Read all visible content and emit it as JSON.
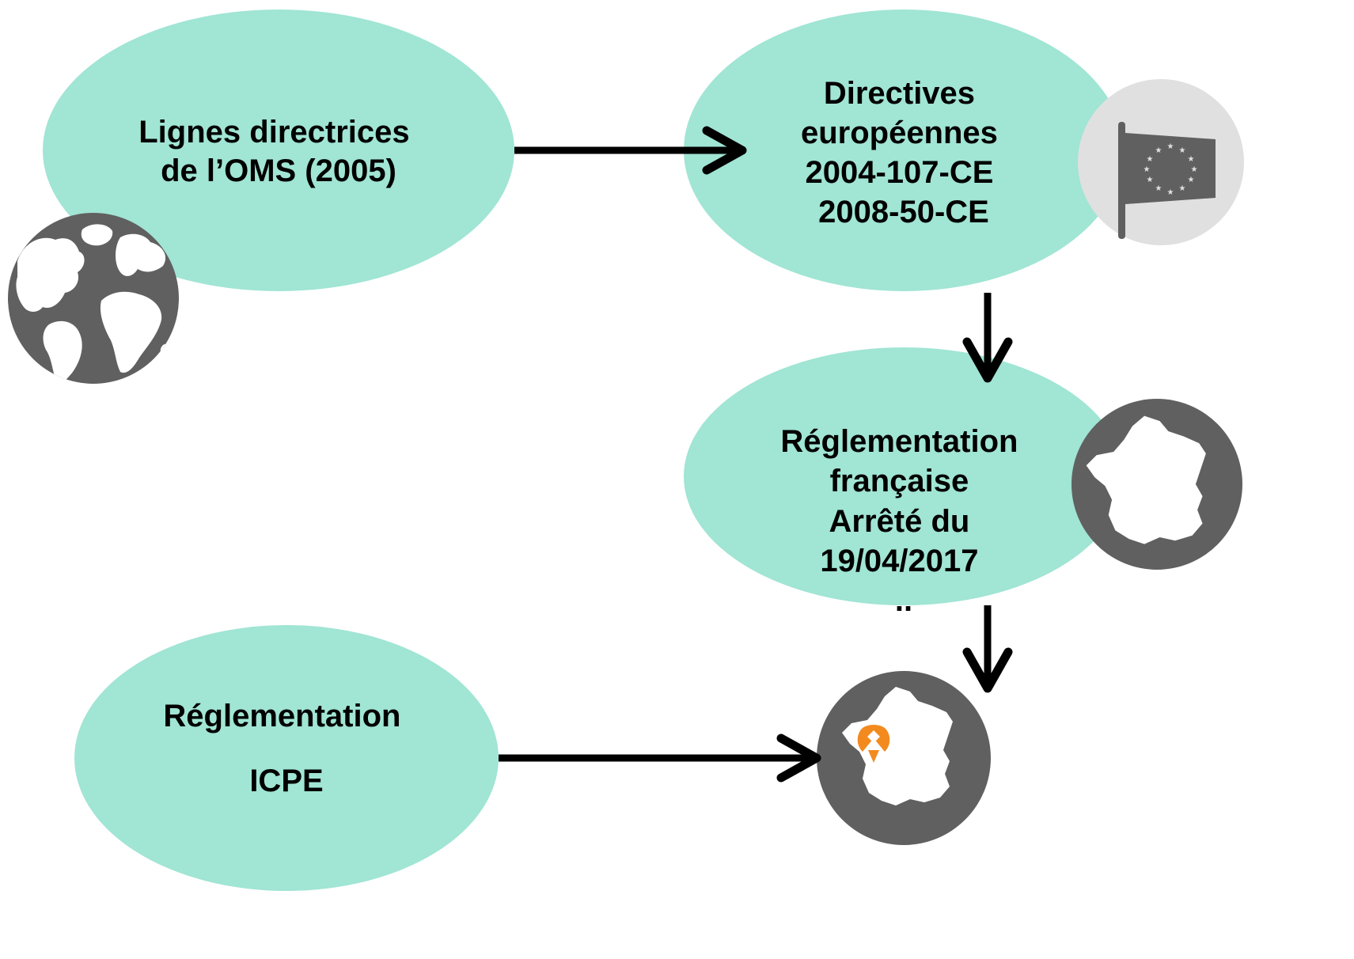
{
  "colors": {
    "node_fill": "#a1e5d4",
    "icon_dark": "#606060",
    "icon_light_bg": "#e0e0e0",
    "pin_orange": "#f38a1e",
    "arrow": "#000000",
    "text": "#000000"
  },
  "nodes": {
    "oms": {
      "lines": [
        "Lignes directrices",
        "de l’OMS (2005)"
      ],
      "icon": "globe-icon"
    },
    "eu": {
      "lines": [
        "Directives",
        "européennes",
        "2004-107-CE",
        "2008-50-CE"
      ],
      "icon": "eu-flag-icon"
    },
    "fr": {
      "lines": [
        "Réglementation",
        "française",
        "Arrêté du",
        "19/04/2017",
        ".."
      ],
      "icon": "france-map-icon"
    },
    "icpe": {
      "lines": [
        "Réglementation",
        "ICPE"
      ]
    },
    "local": {
      "icon": "france-map-pin-icon"
    }
  },
  "edges": [
    {
      "from": "oms",
      "to": "eu"
    },
    {
      "from": "eu",
      "to": "fr"
    },
    {
      "from": "fr",
      "to": "local"
    },
    {
      "from": "icpe",
      "to": "local"
    }
  ]
}
